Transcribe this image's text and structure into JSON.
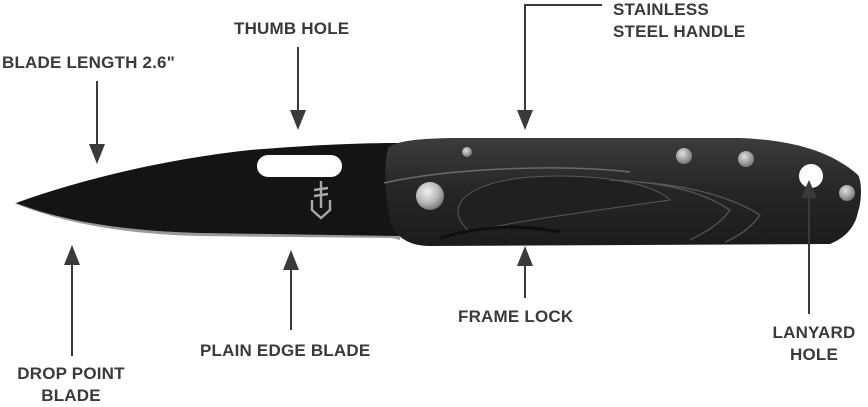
{
  "diagram": {
    "subject": "Folding pocket knife",
    "colors": {
      "label_text": "#3a3a3c",
      "arrow": "#3a3a3c",
      "blade": "#141414",
      "blade_edge": "#9a9a9a",
      "handle": "#2a2a2c",
      "handle_highlight": "#5a5a5c",
      "pivot": "#c8c8c8",
      "background": "#ffffff"
    },
    "labels": {
      "blade_length": "BLADE LENGTH 2.6\"",
      "thumb_hole": "THUMB HOLE",
      "stainless_line1": "STAINLESS",
      "stainless_line2": "STEEL HANDLE",
      "frame_lock": "FRAME LOCK",
      "lanyard_line1": "LANYARD",
      "lanyard_line2": "HOLE",
      "plain_edge": "PLAIN EDGE BLADE",
      "drop_point_line1": "DROP POINT",
      "drop_point_line2": "BLADE"
    }
  }
}
